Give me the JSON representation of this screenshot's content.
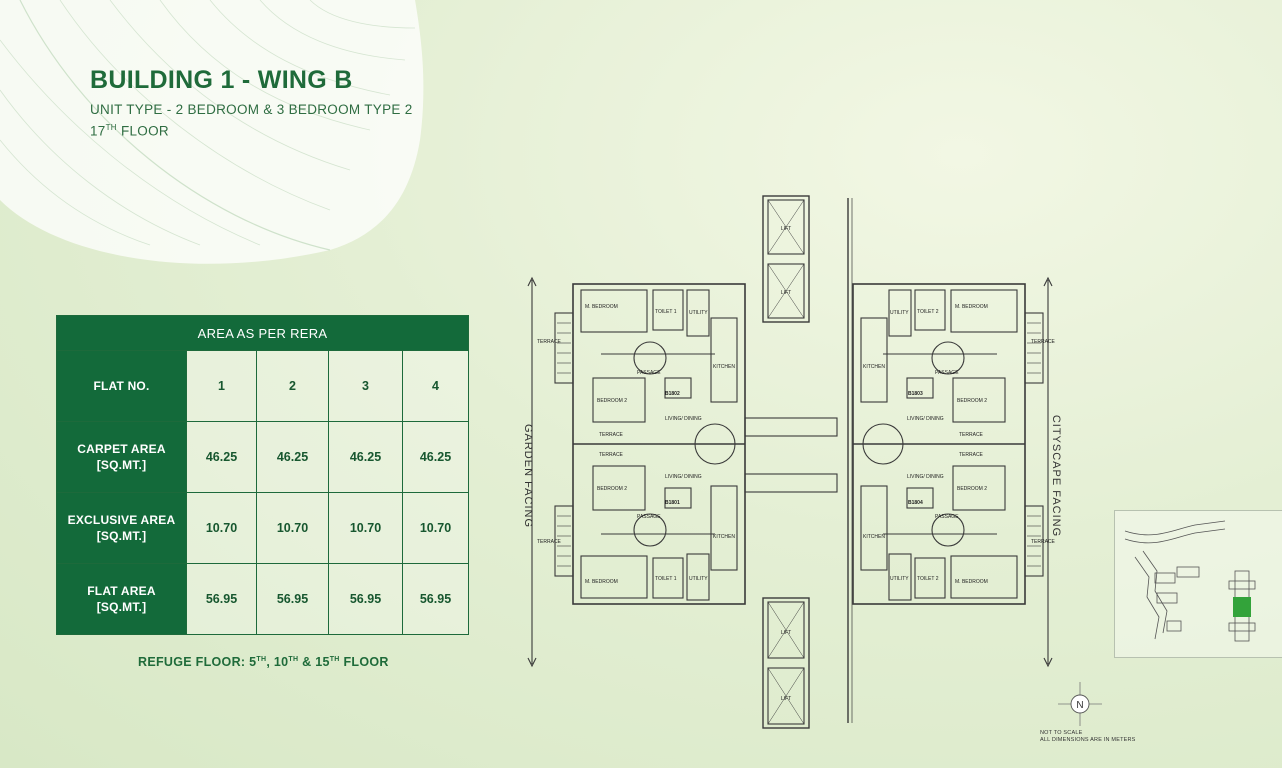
{
  "header": {
    "title": "BUILDING 1 - WING B",
    "unit_type": "UNIT TYPE - 2 BEDROOM & 3 BEDROOM TYPE 2",
    "floor_num": "17",
    "floor_sup": "TH",
    "floor_word": "FLOOR"
  },
  "rera_table": {
    "heading": "AREA AS PER RERA",
    "flat_no_label": "FLAT NO.",
    "flats": [
      "1",
      "2",
      "3",
      "4"
    ],
    "rows": [
      {
        "label_line1": "CARPET AREA",
        "label_line2": "[SQ.MT.]",
        "values": [
          "46.25",
          "46.25",
          "46.25",
          "46.25"
        ]
      },
      {
        "label_line1": "EXCLUSIVE AREA",
        "label_line2": "[SQ.MT.]",
        "values": [
          "10.70",
          "10.70",
          "10.70",
          "10.70"
        ]
      },
      {
        "label_line1": "FLAT AREA",
        "label_line2": "[SQ.MT.]",
        "values": [
          "56.95",
          "56.95",
          "56.95",
          "56.95"
        ]
      }
    ]
  },
  "refuge": {
    "prefix": "REFUGE FLOOR: 5",
    "sup1": "TH",
    "mid1": ", 10",
    "sup2": "TH",
    "mid2": " & 15",
    "sup3": "TH",
    "suffix": " FLOOR"
  },
  "plan": {
    "garden_facing": "GARDEN FACING",
    "cityscape_facing": "CITYSCAPE FACING",
    "lift_label": "LIFT",
    "unit_labels": [
      "B1801",
      "B1802",
      "B1803",
      "B1804"
    ],
    "rooms": {
      "m_bedroom": "M. BEDROOM",
      "bedroom2": "BEDROOM 2",
      "living_dining": "LIVING/ DINING",
      "kitchen": "KITCHEN",
      "passage": "PASSAGE",
      "toilet1": "TOILET 1",
      "toilet2": "TOILET 2",
      "utility": "UTILITY",
      "terrace": "TERRACE"
    }
  },
  "compass": {
    "label": "N"
  },
  "notes": {
    "line1": "NOT TO SCALE",
    "line2": "ALL DIMENSIONS ARE IN METERS"
  },
  "colors": {
    "brand_green": "#136a3a",
    "text_green": "#1f6b3a",
    "bg": "#e4efd4"
  }
}
